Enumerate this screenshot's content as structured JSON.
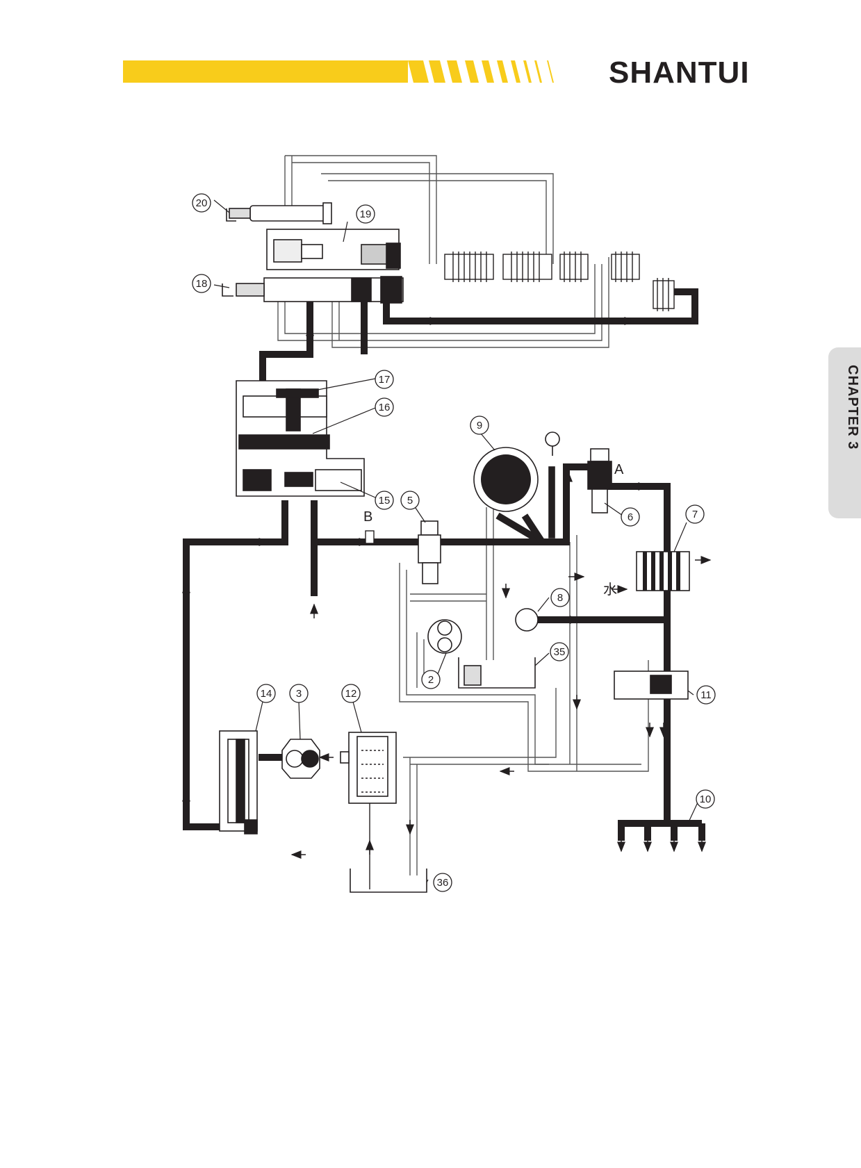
{
  "header": {
    "brand": "SHANTUI",
    "accent_color": "#f8cc1b",
    "text_color": "#231f20"
  },
  "side_tab": {
    "label": "CHAPTER 3",
    "background": "#dcdcdc"
  },
  "diagram": {
    "callouts": {
      "c20": "20",
      "c19": "19",
      "c18": "18",
      "c17": "17",
      "c16": "16",
      "c15": "15",
      "c9": "9",
      "c5": "5",
      "c6": "6",
      "c7": "7",
      "c8": "8",
      "c35": "35",
      "c2": "2",
      "c11": "11",
      "c14": "14",
      "c3": "3",
      "c12": "12",
      "c10": "10",
      "c36": "36"
    },
    "letters": {
      "a": "A",
      "b": "B",
      "water": "水"
    }
  }
}
